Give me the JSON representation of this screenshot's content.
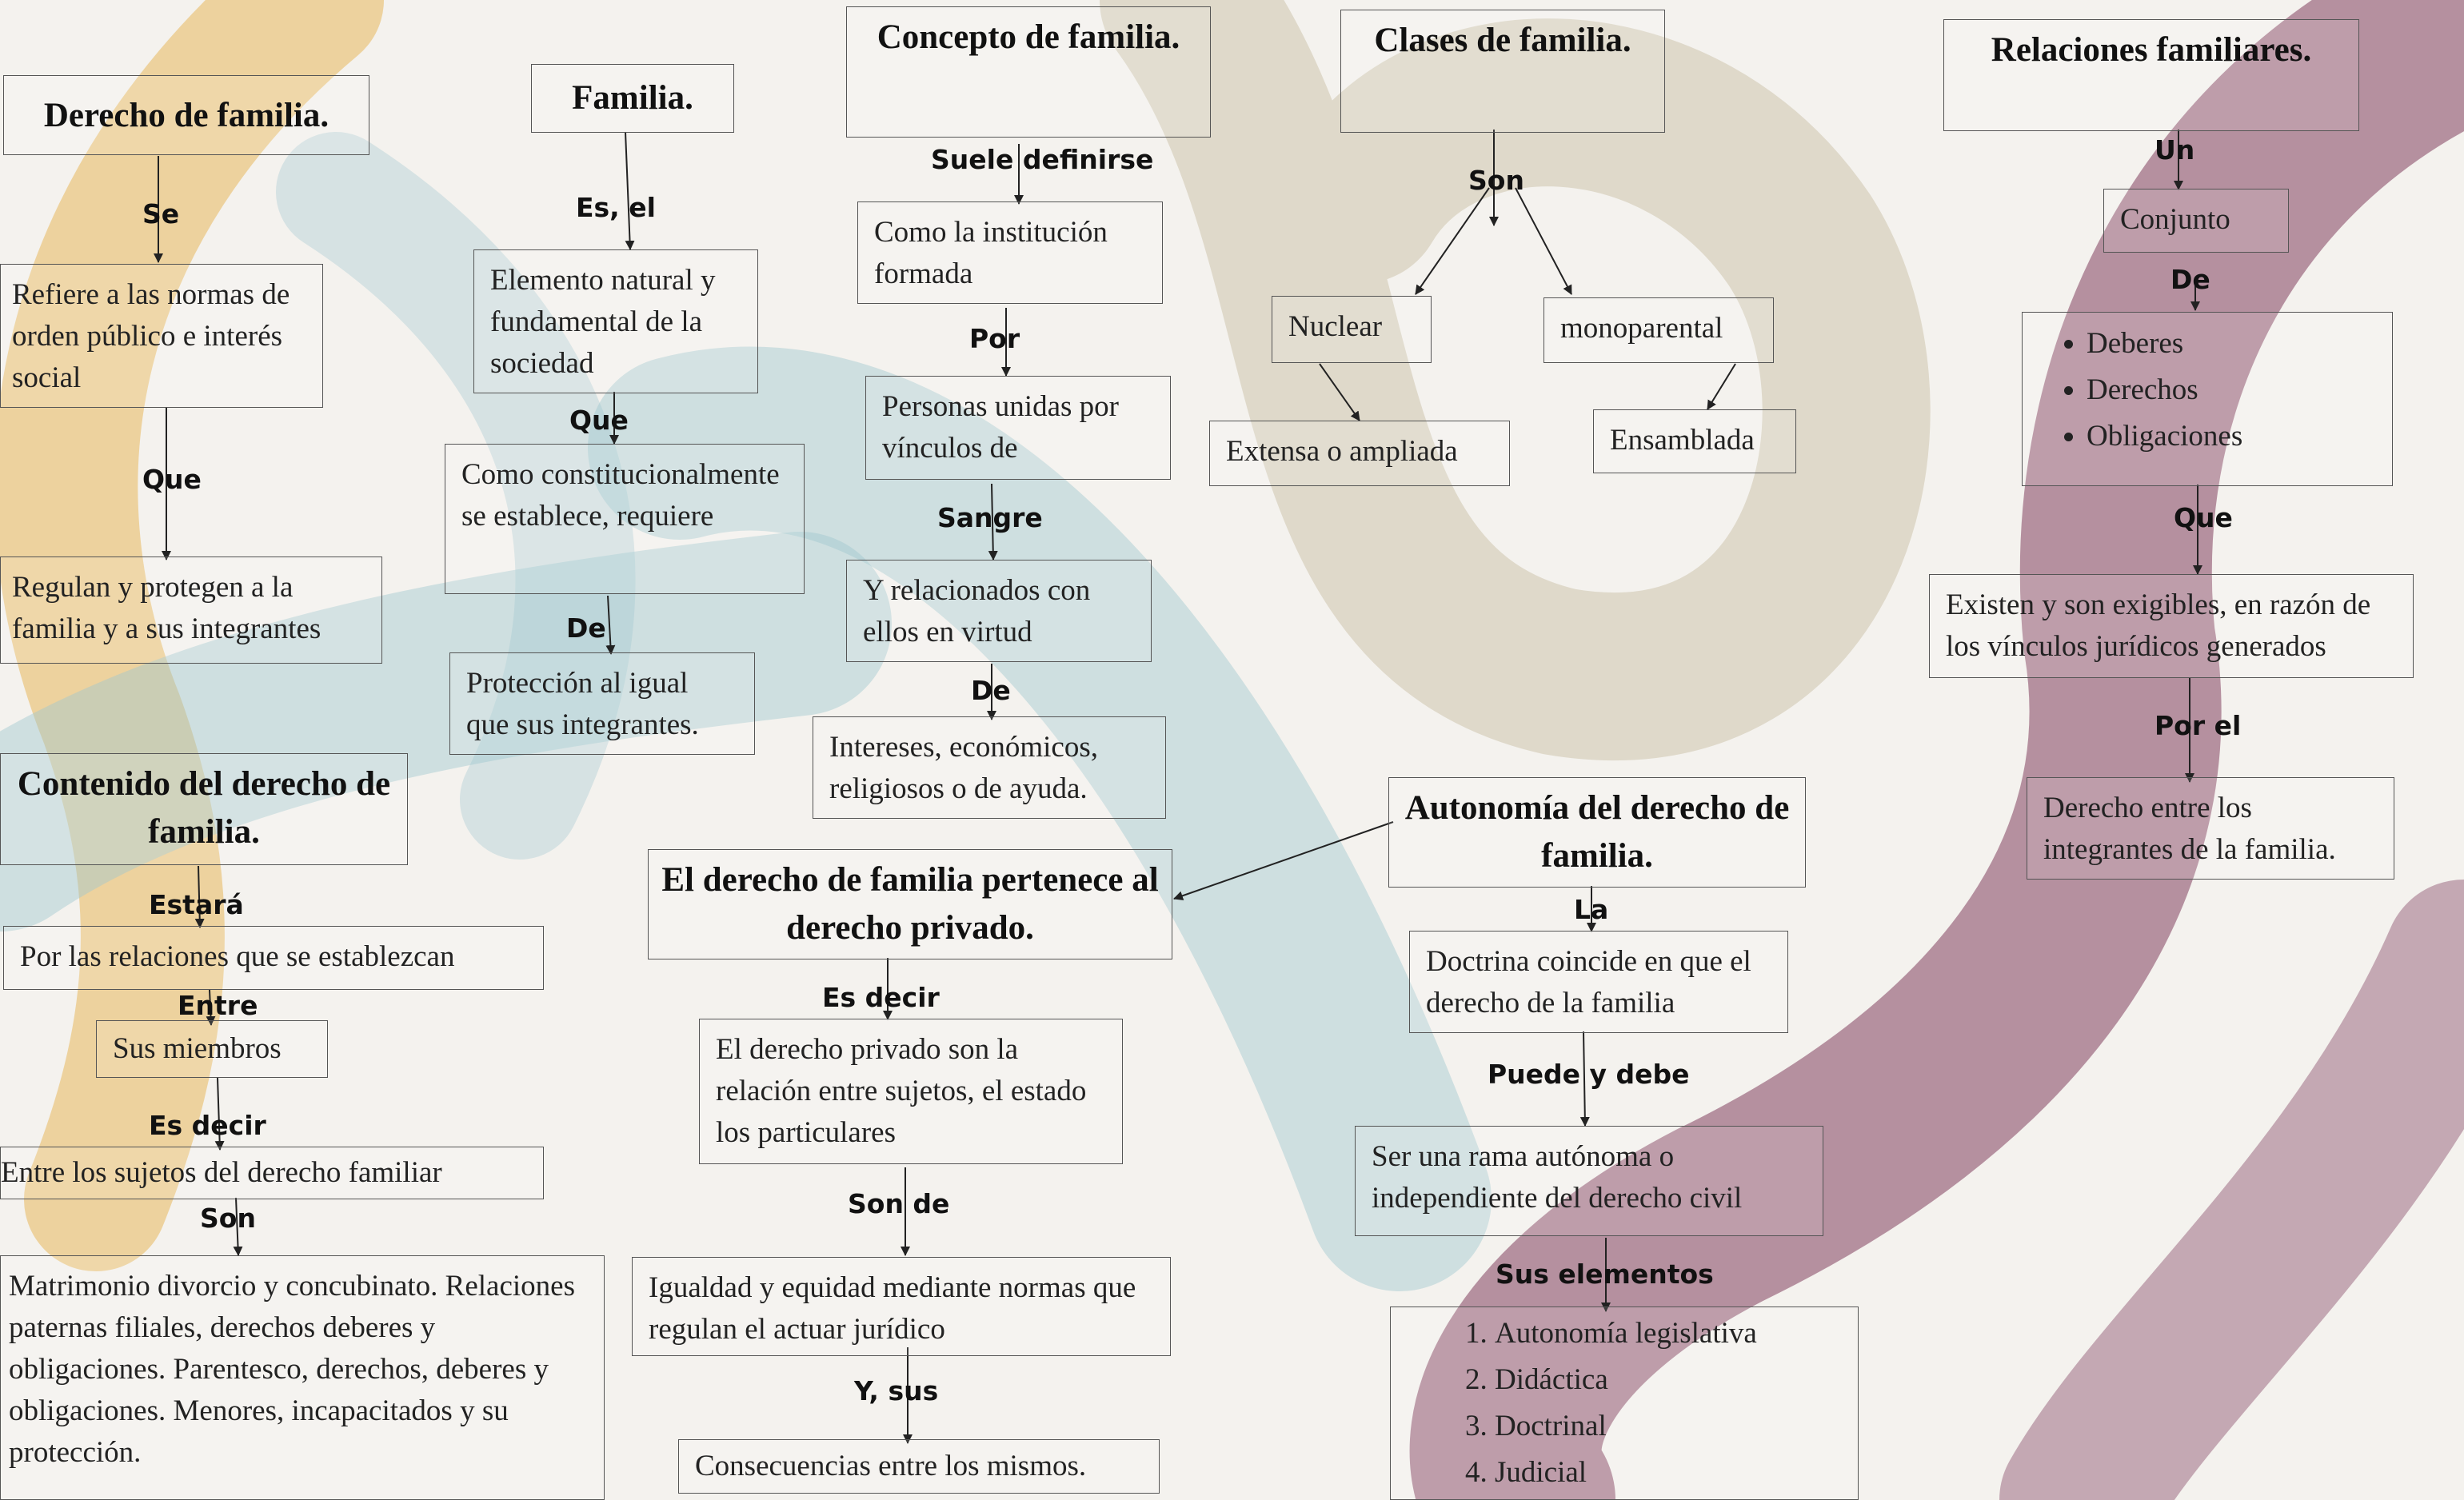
{
  "colors": {
    "mustard": "#e8b85c",
    "teal": "#9fc7cf",
    "taupe": "#c9bfa6",
    "mauve": "#8a4e6b",
    "border": "#555555"
  },
  "titles": {
    "derecho": "Derecho de familia.",
    "familia": "Familia.",
    "concepto": "Concepto de familia.",
    "clases": "Clases de familia.",
    "relaciones": "Relaciones familiares.",
    "contenido": "Contenido del derecho de familia.",
    "privado": "El derecho de familia pertenece al derecho privado.",
    "autonomia": "Autonomía del derecho de familia."
  },
  "nodes": {
    "refiere": "Refiere a las normas de orden público e interés social",
    "regulan": "Regulan y protegen a la familia y a sus integrantes",
    "elemento": "Elemento natural y fundamental de la sociedad",
    "como_const": "Como constitucionalmente se establece, requiere",
    "proteccion": "Protección al igual que sus integrantes.",
    "como_inst": "Como la institución formada",
    "personas": "Personas unidas por vínculos de",
    "relacionados": "Y relacionados con ellos en virtud",
    "intereses": "Intereses, económicos, religiosos o de ayuda.",
    "nuclear": "Nuclear",
    "monoparental": "monoparental",
    "extensa": "Extensa o ampliada",
    "ensamblada": "Ensamblada",
    "conjunto": "Conjunto",
    "deberes_list": [
      "Deberes",
      "Derechos",
      "Obligaciones"
    ],
    "existen": "Existen y son exigibles, en razón de los vínculos jurídicos generados",
    "derecho_entre": "Derecho entre los integrantes de la familia.",
    "por_relaciones": "Por las relaciones que se establezcan",
    "sus_miembros": "Sus miembros",
    "entre_sujetos": "Entre los sujetos del derecho familiar",
    "matrimonio": "Matrimonio divorcio y concubinato. Relaciones paternas filiales, derechos deberes y obligaciones. Parentesco, derechos, deberes y obligaciones. Menores, incapacitados y su protección.",
    "privado_son": "El derecho privado son la relación entre sujetos, el estado los particulares",
    "igualdad": "Igualdad y equidad mediante normas que regulan el actuar jurídico",
    "consecuencias": "Consecuencias entre los mismos.",
    "doctrina": "Doctrina coincide en que el derecho de la familia",
    "ser_rama": "Ser una rama autónoma o independiente del derecho civil",
    "elementos_list": [
      "Autonomía legislativa",
      "Didáctica",
      "Doctrinal",
      "Judicial"
    ]
  },
  "labels": {
    "se": "Se",
    "que1": "Que",
    "es_el": "Es, el",
    "que2": "Que",
    "de1": "De",
    "suele": "Suele definirse",
    "por": "Por",
    "sangre": "Sangre",
    "de2": "De",
    "son1": "Son",
    "un": "Un",
    "de3": "De",
    "que3": "Que",
    "por_el": "Por el",
    "estara": "Estará",
    "entre": "Entre",
    "es_decir1": "Es decir",
    "son2": "Son",
    "es_decir2": "Es decir",
    "son_de": "Son de",
    "y_sus": "Y, sus",
    "la": "La",
    "puede": "Puede y debe",
    "sus_elementos": "Sus elementos"
  }
}
